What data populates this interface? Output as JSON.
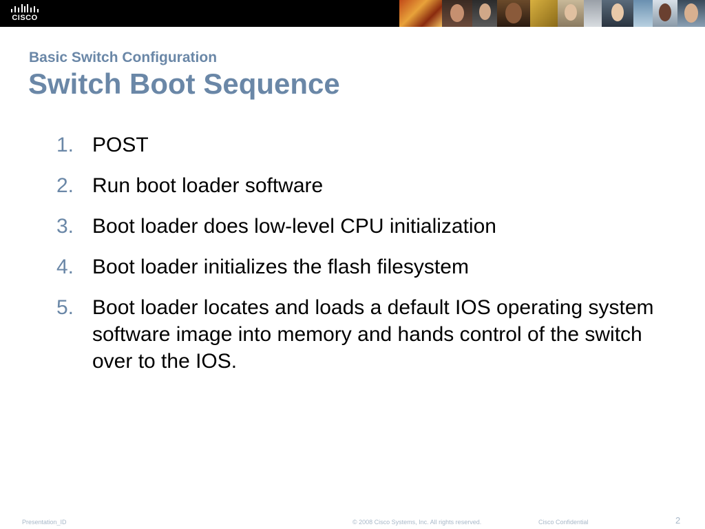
{
  "header": {
    "logo_text": "CISCO",
    "logo_name": "cisco-logo"
  },
  "slide": {
    "subtitle": "Basic Switch Configuration",
    "title": "Switch Boot Sequence",
    "steps": [
      {
        "number": "1.",
        "text": "POST"
      },
      {
        "number": "2.",
        "text": "Run boot loader software"
      },
      {
        "number": "3.",
        "text": "Boot loader does low-level CPU initialization"
      },
      {
        "number": "4.",
        "text": "Boot loader initializes the flash filesystem"
      },
      {
        "number": "5.",
        "text": "Boot loader locates and loads a default IOS operating system software image into memory and hands control of the switch over to the IOS."
      }
    ]
  },
  "footer": {
    "presentation_id": "Presentation_ID",
    "copyright": "© 2008 Cisco Systems, Inc. All rights reserved.",
    "confidential": "Cisco Confidential",
    "page_number": "2"
  },
  "colors": {
    "title": "#6a87a7",
    "body_text": "#000000",
    "top_bar": "#000000",
    "footer_text": "#a8b8c8"
  }
}
